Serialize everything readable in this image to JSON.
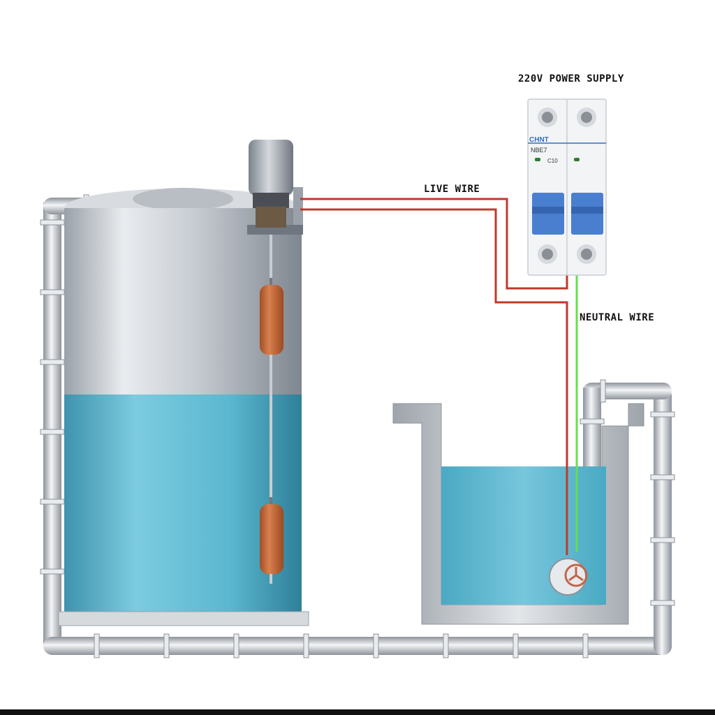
{
  "labels": {
    "power_supply": "220V POWER SUPPLY",
    "live_wire": "LIVE WIRE",
    "neutral_wire": "NEUTRAL WIRE"
  },
  "breaker": {
    "brand": "CHNT",
    "model": "NBE7",
    "rating": "C10"
  },
  "colors": {
    "live_wire": "#c0392b",
    "neutral_wire": "#66e04a",
    "water": "#5ab7cf",
    "float": "#c4693a",
    "breaker_handle": "#4a7fd0",
    "pipe": "#c8ccd2"
  },
  "icons": [
    "float-switch-icon",
    "float-ball-icon",
    "pump-valve-icon",
    "circuit-breaker-icon"
  ]
}
